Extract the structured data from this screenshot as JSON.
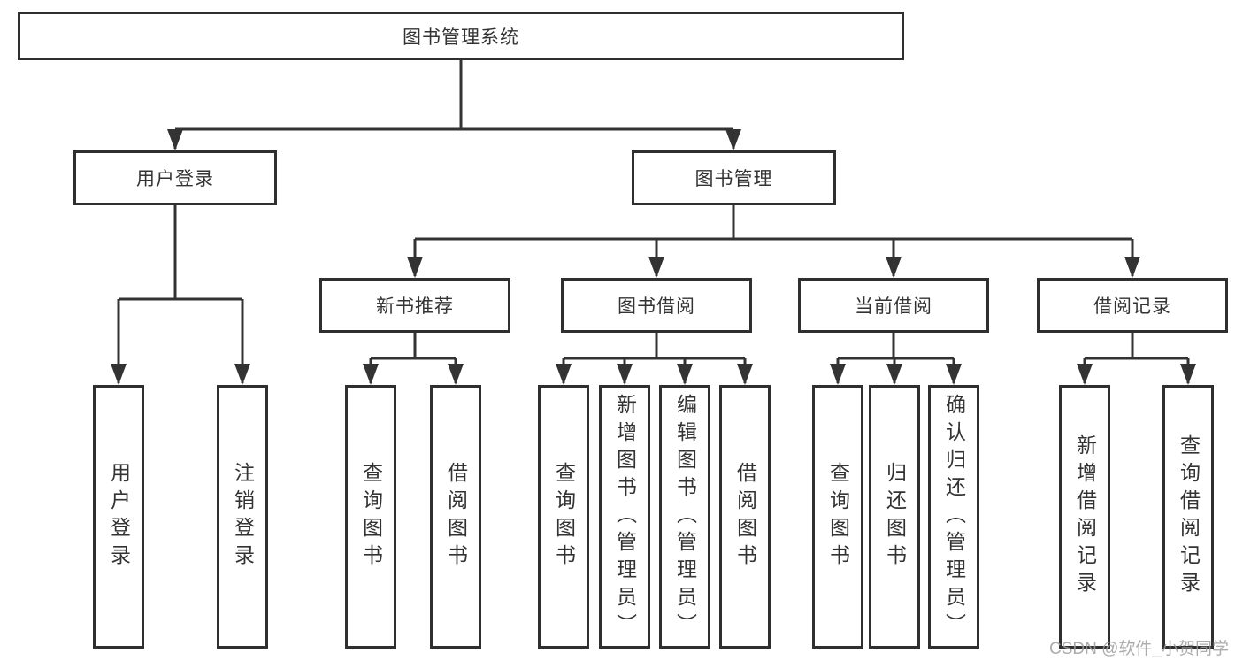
{
  "tree": {
    "root": {
      "label": "图书管理系统",
      "children": [
        {
          "label": "用户登录",
          "children": [
            {
              "label": "用户登录"
            },
            {
              "label": "注销登录"
            }
          ]
        },
        {
          "label": "图书管理",
          "children": [
            {
              "label": "新书推荐",
              "children": [
                {
                  "label": "查询图书"
                },
                {
                  "label": "借阅图书"
                }
              ]
            },
            {
              "label": "图书借阅",
              "children": [
                {
                  "label": "查询图书"
                },
                {
                  "label": "新增图书（管理员）"
                },
                {
                  "label": "编辑图书（管理员）"
                },
                {
                  "label": "借阅图书"
                }
              ]
            },
            {
              "label": "当前借阅",
              "children": [
                {
                  "label": "查询图书"
                },
                {
                  "label": "归还图书"
                },
                {
                  "label": "确认归还（管理员）"
                }
              ]
            },
            {
              "label": "借阅记录",
              "children": [
                {
                  "label": "新增借阅记录"
                },
                {
                  "label": "查询借阅记录"
                }
              ]
            }
          ]
        }
      ]
    }
  },
  "watermark": {
    "text": "CSDN @软件_小贺同学"
  },
  "colors": {
    "line": "#333333",
    "box_border": "#2f2f2f",
    "text": "#333333",
    "watermark": "#9e9e9e"
  }
}
